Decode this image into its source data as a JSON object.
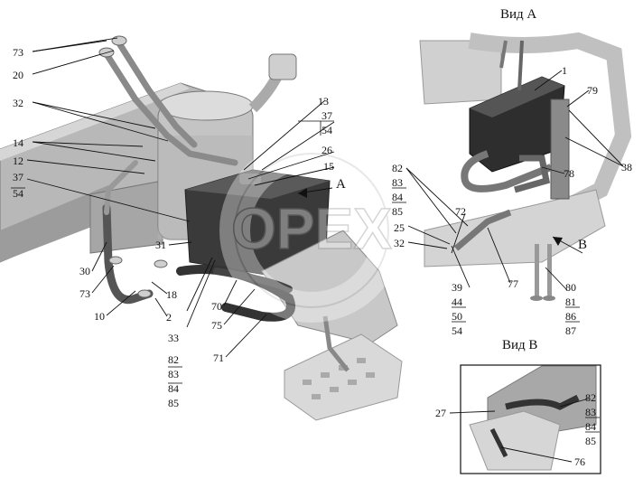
{
  "views": {
    "view_a_title": "Вид А",
    "view_b_title": "Вид В",
    "arrow_a": "А",
    "arrow_b": "В"
  },
  "watermark": "OPEX",
  "labels": {
    "l73a": "73",
    "l20": "20",
    "l32a": "32",
    "l14": "14",
    "l12": "12",
    "l37a": "37",
    "l54a": "54",
    "l13": "13",
    "l37b": "37",
    "l54b": "54",
    "l26": "26",
    "l15": "15",
    "l31": "31",
    "l30": "30",
    "l73b": "73",
    "l10": "10",
    "l18": "18",
    "l2": "2",
    "l70": "70",
    "l75": "75",
    "l71": "71",
    "l33": "33",
    "l82a": "82",
    "l83a": "83",
    "l84a": "84",
    "l85a": "85",
    "l82b": "82",
    "l83b": "83",
    "l84b": "84",
    "l85b": "85",
    "l25": "25",
    "l32b": "32",
    "l72": "72",
    "l1": "1",
    "l79": "79",
    "l78": "78",
    "l38": "38",
    "l77": "77",
    "l39": "39",
    "l44": "44",
    "l50": "50",
    "l54c": "54",
    "l80": "80",
    "l81": "81",
    "l86": "86",
    "l87": "87",
    "l27": "27",
    "l76": "76",
    "l82c": "82",
    "l83c": "83",
    "l84c": "84",
    "l85c": "85"
  }
}
